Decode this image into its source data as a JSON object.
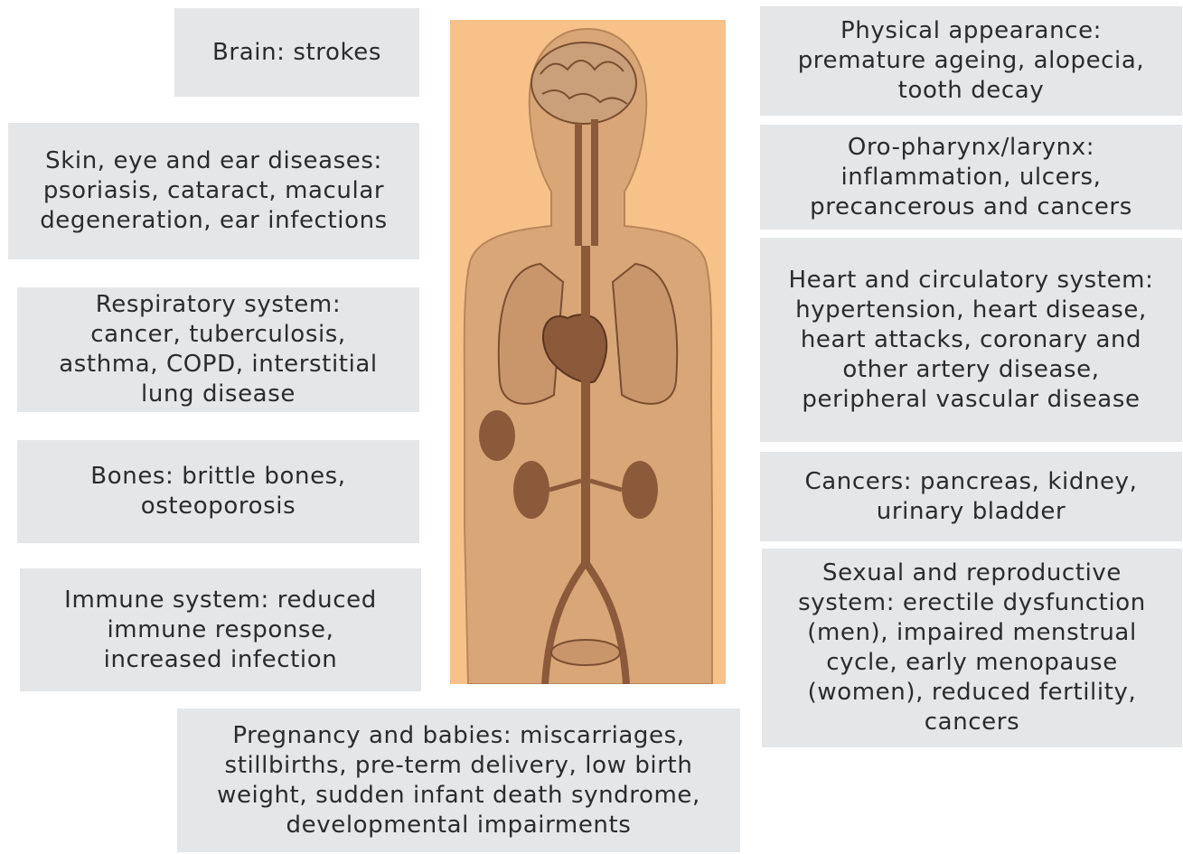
{
  "boxes": {
    "brain": "Brain: strokes",
    "skin_eye_ear": "Skin, eye and ear diseases: psoriasis, cataract, macular degeneration, ear infections",
    "respiratory": "Respiratory system: cancer, tuberculosis, asthma, COPD, interstitial lung disease",
    "bones": "Bones: brittle bones, osteoporosis",
    "immune": "Immune system: reduced immune response, increased infection",
    "pregnancy": "Pregnancy and babies: miscarriages, stillbirths, pre-term delivery, low birth weight, sudden infant death syndrome, developmental impairments",
    "physical_appearance": "Physical appearance: premature ageing, alopecia, tooth decay",
    "oropharynx": "Oro-pharynx/larynx: inflammation, ulcers, precancerous and cancers",
    "heart": "Heart and circulatory system: hypertension, heart disease, heart attacks, coronary and other artery disease, peripheral vascular disease",
    "cancers": "Cancers: pancreas, kidney, urinary bladder",
    "sexual": "Sexual and reproductive system: erectile dysfunction (men), impaired menstrual cycle, early menopause (women), reduced fertility, cancers"
  },
  "colors": {
    "box_background": "#e5e6e8",
    "figure_background": "#f7c28a",
    "figure_body": "#d9a677",
    "organ_fill": "#8a5a3a"
  },
  "figure_icon": "human-anatomy-illustration"
}
